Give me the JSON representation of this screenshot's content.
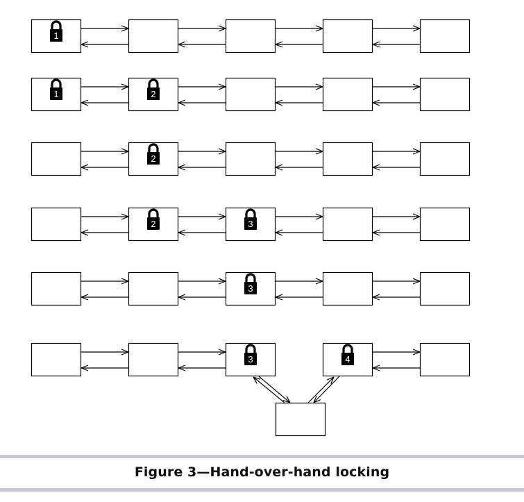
{
  "figure": {
    "caption": "Figure 3—Hand-over-hand locking"
  },
  "colors": {
    "stroke": "#000000",
    "node_fill": "#ffffff",
    "lock_fill": "#000000",
    "lock_text": "#ffffff",
    "caption_bar": "#c9c9d9"
  },
  "icons": {
    "lock": "padlock-icon"
  },
  "steps": [
    {
      "locks": [
        {
          "node": 1,
          "label": "1"
        }
      ]
    },
    {
      "locks": [
        {
          "node": 1,
          "label": "1"
        },
        {
          "node": 2,
          "label": "2"
        }
      ]
    },
    {
      "locks": [
        {
          "node": 2,
          "label": "2"
        }
      ]
    },
    {
      "locks": [
        {
          "node": 2,
          "label": "2"
        },
        {
          "node": 3,
          "label": "3"
        }
      ]
    },
    {
      "locks": [
        {
          "node": 3,
          "label": "3"
        }
      ]
    },
    {
      "locks": [
        {
          "node": 3,
          "label": "3"
        },
        {
          "node": 4,
          "label": "4"
        }
      ],
      "inserted_node": true
    }
  ]
}
